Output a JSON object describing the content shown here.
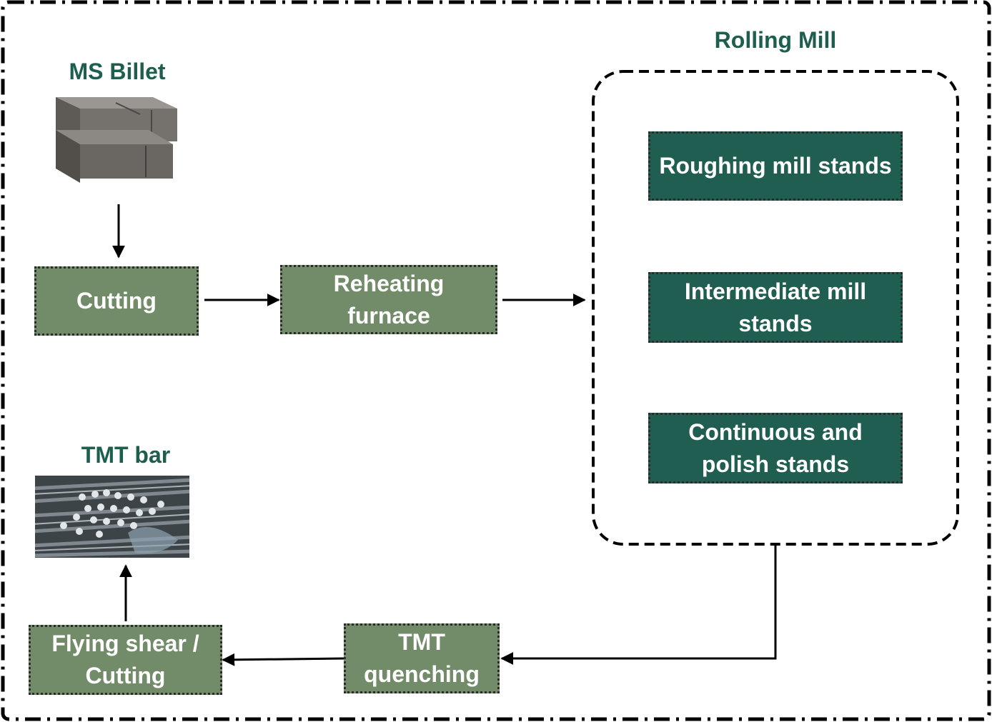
{
  "labels": {
    "ms_billet": "MS Billet",
    "tmt_bar": "TMT bar",
    "rolling_mill": "Rolling Mill"
  },
  "steps": {
    "cutting": [
      "Cutting"
    ],
    "reheating": [
      "Reheating",
      "furnace"
    ],
    "roughing": [
      "Roughing mill stands"
    ],
    "intermediate": [
      "Intermediate mill",
      "stands"
    ],
    "continuous": [
      "Continuous and",
      "polish stands"
    ],
    "quenching": [
      "TMT",
      "quenching"
    ],
    "flying_shear": [
      "Flying shear /",
      "Cutting"
    ]
  },
  "colors": {
    "label_text": "#1d5e4e",
    "process_box": "#728c69",
    "mill_box": "#1f5e51",
    "arrow": "#000000"
  },
  "images": {
    "billet": "steel-billet-photo-icon",
    "tmt_bar": "rebar-bundle-photo-icon"
  }
}
